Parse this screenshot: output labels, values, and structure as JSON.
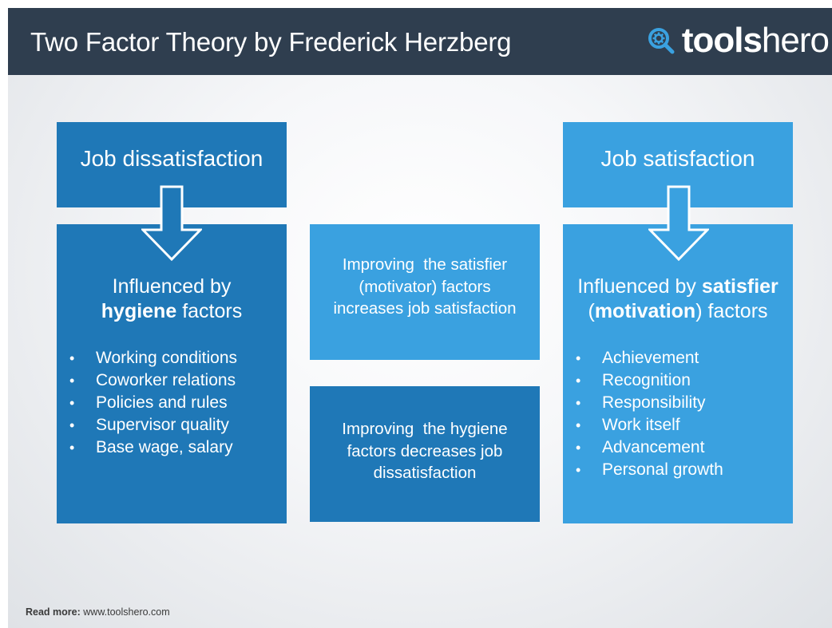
{
  "header": {
    "title": "Two Factor Theory by Frederick Herzberg",
    "brand_bold": "tools",
    "brand_light": "hero",
    "brand_icon": "magnifier-gear-icon"
  },
  "left": {
    "top_label": "Job dissatisfaction",
    "heading_line1": "Influenced by",
    "heading_bold": "hygiene",
    "heading_rest": " factors",
    "items": [
      "Working conditions",
      "Coworker relations",
      "Policies and rules",
      "Supervisor quality",
      "Base wage, salary"
    ]
  },
  "middle": {
    "upper": [
      "Improving  the satisfier",
      "(motivator) factors",
      "increases job satisfaction"
    ],
    "lower": [
      "Improving  the hygiene",
      "factors decreases job",
      "dissatisfaction"
    ]
  },
  "right": {
    "top_label": "Job satisfaction",
    "heading_pre": "Influenced by ",
    "heading_bold1": "satisfier",
    "heading_open": "(",
    "heading_bold2": "motivation",
    "heading_close": ") factors",
    "items": [
      "Achievement",
      "Recognition",
      "Responsibility",
      "Work itself",
      "Advancement",
      "Personal growth"
    ]
  },
  "footer": {
    "label": "Read more:",
    "url": "www.toolshero.com"
  },
  "colors": {
    "header_bg": "#2f3e4f",
    "box_dark": "#1f78b7",
    "box_light": "#3aa1e0",
    "brand_icon": "#3aa1e0"
  }
}
